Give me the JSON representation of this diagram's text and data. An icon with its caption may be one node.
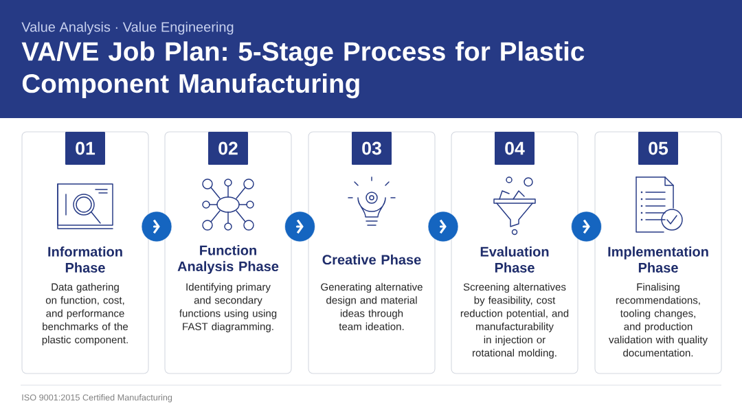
{
  "diagram": {
    "title": "VA/VE Job Plan: 5-Stage Process for Plastic Component Manufacturing",
    "nodes": [
      {
        "text": [
          "01",
          "Information Phase",
          "Data gathering on function, cost, and performance benchmarks of the plastic component."
        ]
      },
      {
        "text": [
          "02",
          "Function Analysis Phase",
          "Identifying primary and secondary functions using using FAST diagramming."
        ]
      },
      {
        "text": [
          "03",
          "Creative Phase",
          "Generating alternative design and material ideas through team ideation."
        ]
      },
      {
        "text": [
          "04",
          "Evaluation Phase",
          "Screening alternatives by feasibility, cost reduction potential, and manufacturability in injection or rotational molding."
        ]
      },
      {
        "text": [
          "05",
          "Implementation Phase",
          "Finalising recommendations, tooling changes, and production validation with quality documentation."
        ]
      }
    ],
    "edges": [
      {
        "from": 0,
        "to": 1,
        "arrow": "to"
      },
      {
        "from": 1,
        "to": 2,
        "arrow": "to"
      },
      {
        "from": 2,
        "to": 3,
        "arrow": "to"
      },
      {
        "from": 3,
        "to": 4,
        "arrow": "to"
      }
    ],
    "labels": [
      "Value Analysis · Value Engineering",
      "ISO 9001:2015 Certified Manufacturing"
    ]
  }
}
